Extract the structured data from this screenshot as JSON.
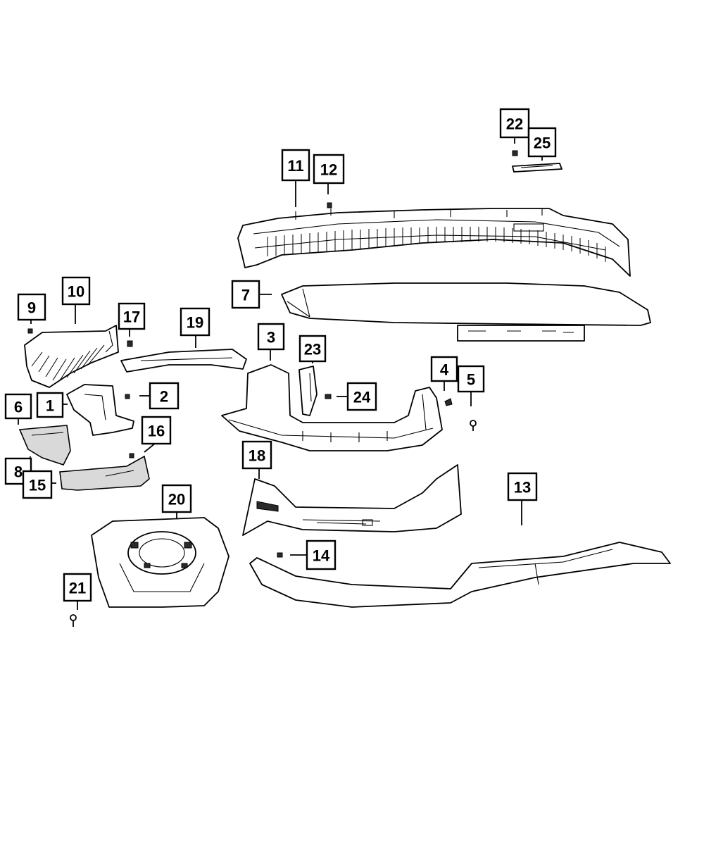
{
  "callouts": [
    {
      "id": "c1",
      "label": "1"
    },
    {
      "id": "c2",
      "label": "2"
    },
    {
      "id": "c3",
      "label": "3"
    },
    {
      "id": "c4",
      "label": "4"
    },
    {
      "id": "c5",
      "label": "5"
    },
    {
      "id": "c6",
      "label": "6"
    },
    {
      "id": "c7",
      "label": "7"
    },
    {
      "id": "c8",
      "label": "8"
    },
    {
      "id": "c9",
      "label": "9"
    },
    {
      "id": "c10",
      "label": "10"
    },
    {
      "id": "c11",
      "label": "11"
    },
    {
      "id": "c12",
      "label": "12"
    },
    {
      "id": "c13",
      "label": "13"
    },
    {
      "id": "c14",
      "label": "14"
    },
    {
      "id": "c15",
      "label": "15"
    },
    {
      "id": "c16",
      "label": "16"
    },
    {
      "id": "c17",
      "label": "17"
    },
    {
      "id": "c18",
      "label": "18"
    },
    {
      "id": "c19",
      "label": "19"
    },
    {
      "id": "c20",
      "label": "20"
    },
    {
      "id": "c21",
      "label": "21"
    },
    {
      "id": "c22",
      "label": "22"
    },
    {
      "id": "c23",
      "label": "23"
    },
    {
      "id": "c24",
      "label": "24"
    },
    {
      "id": "c25",
      "label": "25"
    }
  ],
  "colors": {
    "line": "#000000",
    "background": "#ffffff",
    "fill_grey": "#d9d9d9"
  }
}
